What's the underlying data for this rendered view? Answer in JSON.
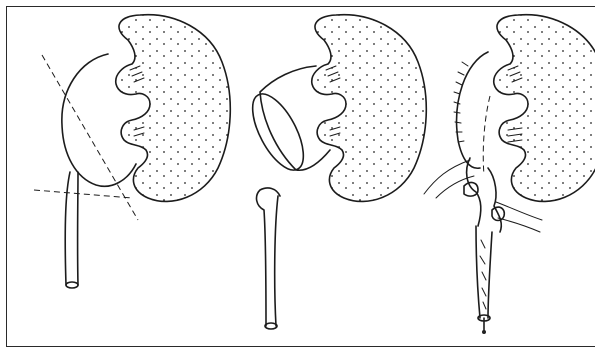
{
  "figure": {
    "panels": [
      {
        "id": "a",
        "icon": "kidney-with-dashed-cut-lines"
      },
      {
        "id": "b",
        "icon": "kidney-with-resected-pelvis"
      },
      {
        "id": "c",
        "icon": "kidney-with-anastomosis-and-stent"
      }
    ]
  }
}
